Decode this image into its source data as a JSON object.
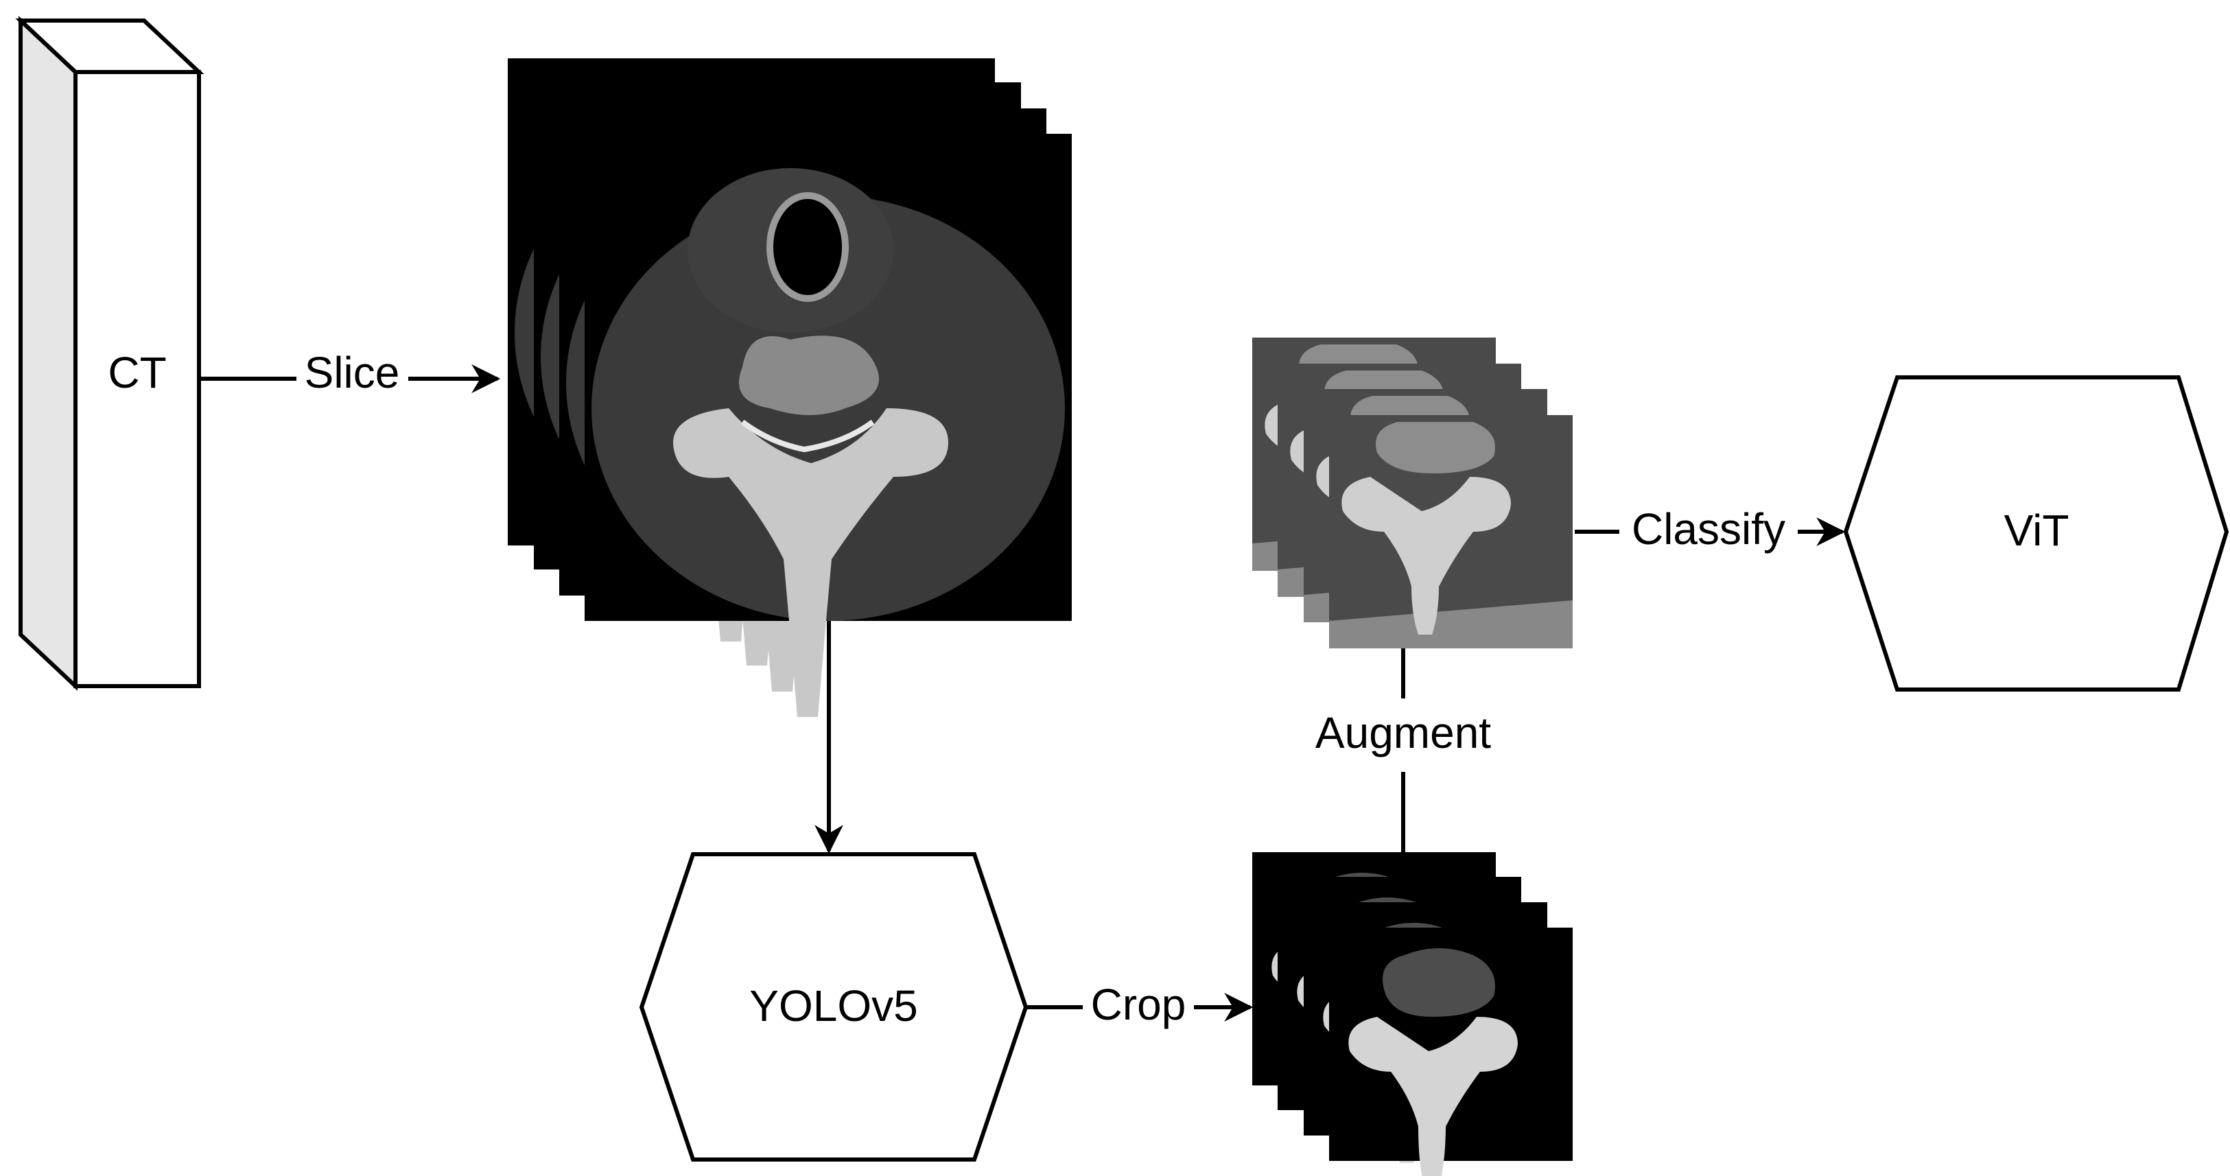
{
  "nodes": {
    "ct": {
      "label": "CT"
    },
    "yolo": {
      "label": "YOLOv5"
    },
    "vit": {
      "label": "ViT"
    }
  },
  "edges": {
    "slice": "Slice",
    "crop": "Crop",
    "augment": "Augment",
    "classify": "Classify"
  },
  "image_stacks": {
    "ct_slices": {
      "content": "axial CT slices of cervical vertebra",
      "count": 4
    },
    "cropped": {
      "content": "cropped vertebra on black background",
      "count": 4
    },
    "augmented": {
      "content": "augmented crops (rotated / gray fill)",
      "count": 4
    }
  }
}
